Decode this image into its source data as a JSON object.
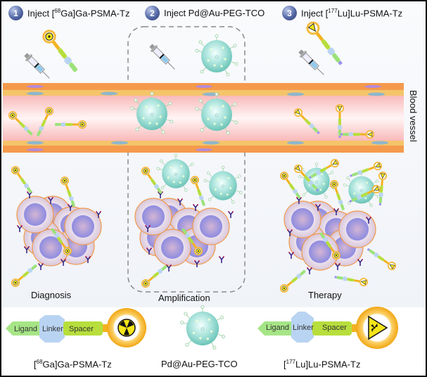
{
  "steps": [
    {
      "number": "1",
      "prefix": "Inject [",
      "sup": "68",
      "suffix": "Ga]Ga-PSMA-Tz"
    },
    {
      "number": "2",
      "prefix": "Inject Pd@Au-PEG-TCO",
      "sup": "",
      "suffix": ""
    },
    {
      "number": "3",
      "prefix": "Inject [",
      "sup": "177",
      "suffix": "Lu]Lu-PSMA-Tz"
    }
  ],
  "vessel_label": "Blood vessel",
  "stage_labels": {
    "diagnosis": "Diagnosis",
    "amplification": "Amplification",
    "therapy": "Therapy"
  },
  "legend": {
    "ga": {
      "segments": [
        "Ligand",
        "Linker",
        "Spacer"
      ],
      "name_prefix": "[",
      "name_sup": "68",
      "name_suffix": "Ga]Ga-PSMA-Tz"
    },
    "nano": {
      "name": "Pd@Au-PEG-TCO"
    },
    "lu": {
      "segments": [
        "Ligand",
        "Linker",
        "Spacer"
      ],
      "name_prefix": "[",
      "name_sup": "177",
      "name_suffix": "Lu]Lu-PSMA-Tz"
    }
  },
  "colors": {
    "vessel_wall": "#f39a4c",
    "vessel_lumen": "#fbd0d0",
    "nanoparticle": "#8fd8cf",
    "ligand": "#9be27a",
    "linker": "#b9d4f2",
    "spacer": "#b7de3c",
    "ring": "#f5b21c",
    "cell": "#e9dde8",
    "nucleus": "#9d9be6"
  }
}
